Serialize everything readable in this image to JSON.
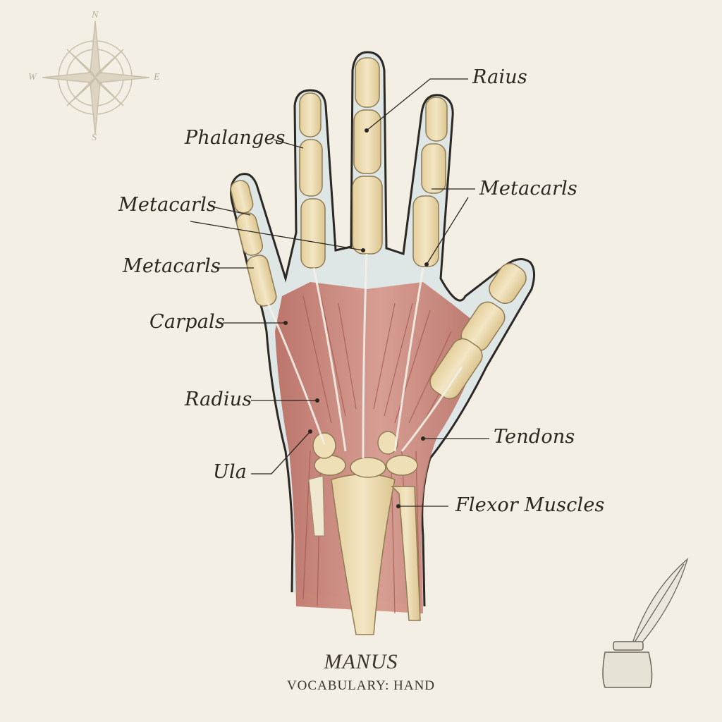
{
  "title": "MANUS",
  "subtitle": "VOCABULARY: HAND",
  "compass": {
    "north": "N",
    "east": "E",
    "south": "S",
    "west": "W"
  },
  "labels": {
    "raius": "Raius",
    "phalanges": "Phalanges",
    "metacarls_left": "Metacarls",
    "metacarls_right": "Metacarls",
    "metacarls_lower": "Metacarls",
    "carpals": "Carpals",
    "radius": "Radius",
    "tendons": "Tendons",
    "ula": "Ula",
    "flexor_muscles": "Flexor Muscles"
  },
  "colors": {
    "paper": "#f3efe4",
    "bone": "#ecdcb4",
    "muscle": "#c98478",
    "tendon": "#eeeae0",
    "ink": "#2b2620"
  },
  "icons": [
    "compass-rose-icon",
    "quill-pen-icon",
    "inkwell-icon"
  ]
}
